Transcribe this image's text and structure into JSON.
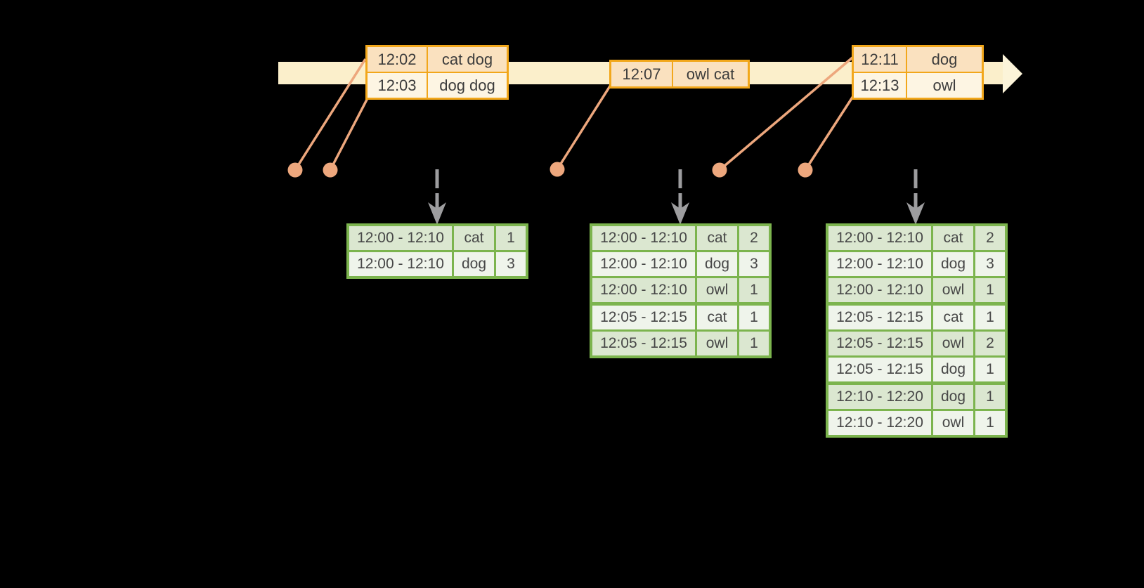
{
  "colors": {
    "background": "#000000",
    "timeline_fill": "#FBEFCB",
    "timeline_arrow_fill": "#FCF4D9",
    "event_border": "#F2A71B",
    "event_row_peach": "#FAE1BF",
    "event_row_cream": "#FDF5E3",
    "connector_salmon": "#EDA77D",
    "dashed_arrow_gray": "#9D9D9F",
    "result_border": "#7CB44E",
    "result_row_dark": "#DBE7D0",
    "result_row_light": "#EFF4EB"
  },
  "timeline": {
    "event_batches": [
      {
        "rows": [
          {
            "time": "12:02",
            "words": "cat dog"
          },
          {
            "time": "12:03",
            "words": "dog dog"
          }
        ]
      },
      {
        "rows": [
          {
            "time": "12:07",
            "words": "owl cat"
          }
        ]
      },
      {
        "rows": [
          {
            "time": "12:11",
            "words": "dog"
          },
          {
            "time": "12:13",
            "words": "owl"
          }
        ]
      }
    ]
  },
  "result_tables": [
    {
      "rows": [
        {
          "window": "12:00 - 12:10",
          "word": "cat",
          "count": "1"
        },
        {
          "window": "12:00 - 12:10",
          "word": "dog",
          "count": "3"
        }
      ]
    },
    {
      "rows": [
        {
          "window": "12:00 - 12:10",
          "word": "cat",
          "count": "2"
        },
        {
          "window": "12:00 - 12:10",
          "word": "dog",
          "count": "3"
        },
        {
          "window": "12:00 - 12:10",
          "word": "owl",
          "count": "1"
        },
        {
          "window": "12:05 - 12:15",
          "word": "cat",
          "count": "1"
        },
        {
          "window": "12:05 - 12:15",
          "word": "owl",
          "count": "1"
        }
      ]
    },
    {
      "rows": [
        {
          "window": "12:00 - 12:10",
          "word": "cat",
          "count": "2"
        },
        {
          "window": "12:00 - 12:10",
          "word": "dog",
          "count": "3"
        },
        {
          "window": "12:00 - 12:10",
          "word": "owl",
          "count": "1"
        },
        {
          "window": "12:05 - 12:15",
          "word": "cat",
          "count": "1"
        },
        {
          "window": "12:05 - 12:15",
          "word": "owl",
          "count": "2"
        },
        {
          "window": "12:05 - 12:15",
          "word": "dog",
          "count": "1"
        },
        {
          "window": "12:10 - 12:20",
          "word": "dog",
          "count": "1"
        },
        {
          "window": "12:10 - 12:20",
          "word": "owl",
          "count": "1"
        }
      ]
    }
  ]
}
